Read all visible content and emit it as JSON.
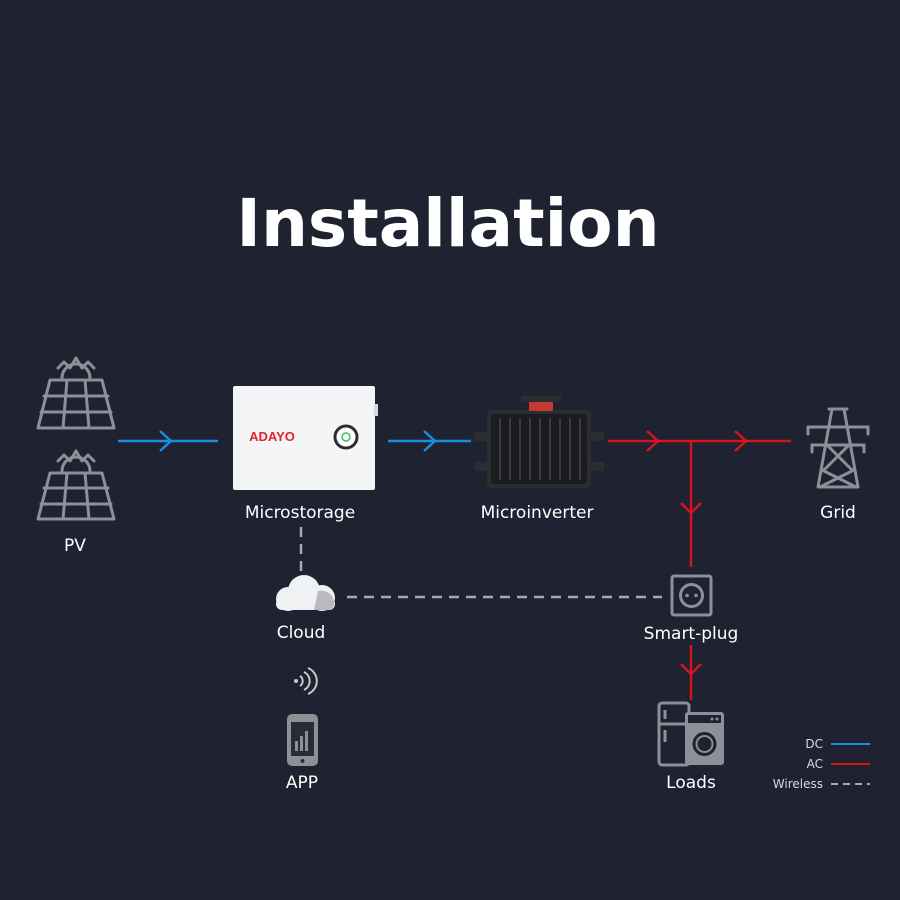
{
  "title": "Installation",
  "nodes": {
    "pv": "PV",
    "microstorage": "Microstorage",
    "microinverter": "Microinverter",
    "grid": "Grid",
    "cloud": "Cloud",
    "smart_plug": "Smart-plug",
    "app": "APP",
    "loads": "Loads"
  },
  "microstorage_brand": "ADAYO",
  "legend": [
    {
      "label": "DC",
      "color": "#1a8de0",
      "style": "solid"
    },
    {
      "label": "AC",
      "color": "#d6141f",
      "style": "solid"
    },
    {
      "label": "Wireless",
      "color": "#a8aab0",
      "style": "dashed"
    }
  ],
  "colors": {
    "background": "#1f2230",
    "dc": "#1a8de0",
    "ac": "#d6141f",
    "wireless": "#a8aab0",
    "icon": "#8e9097"
  }
}
